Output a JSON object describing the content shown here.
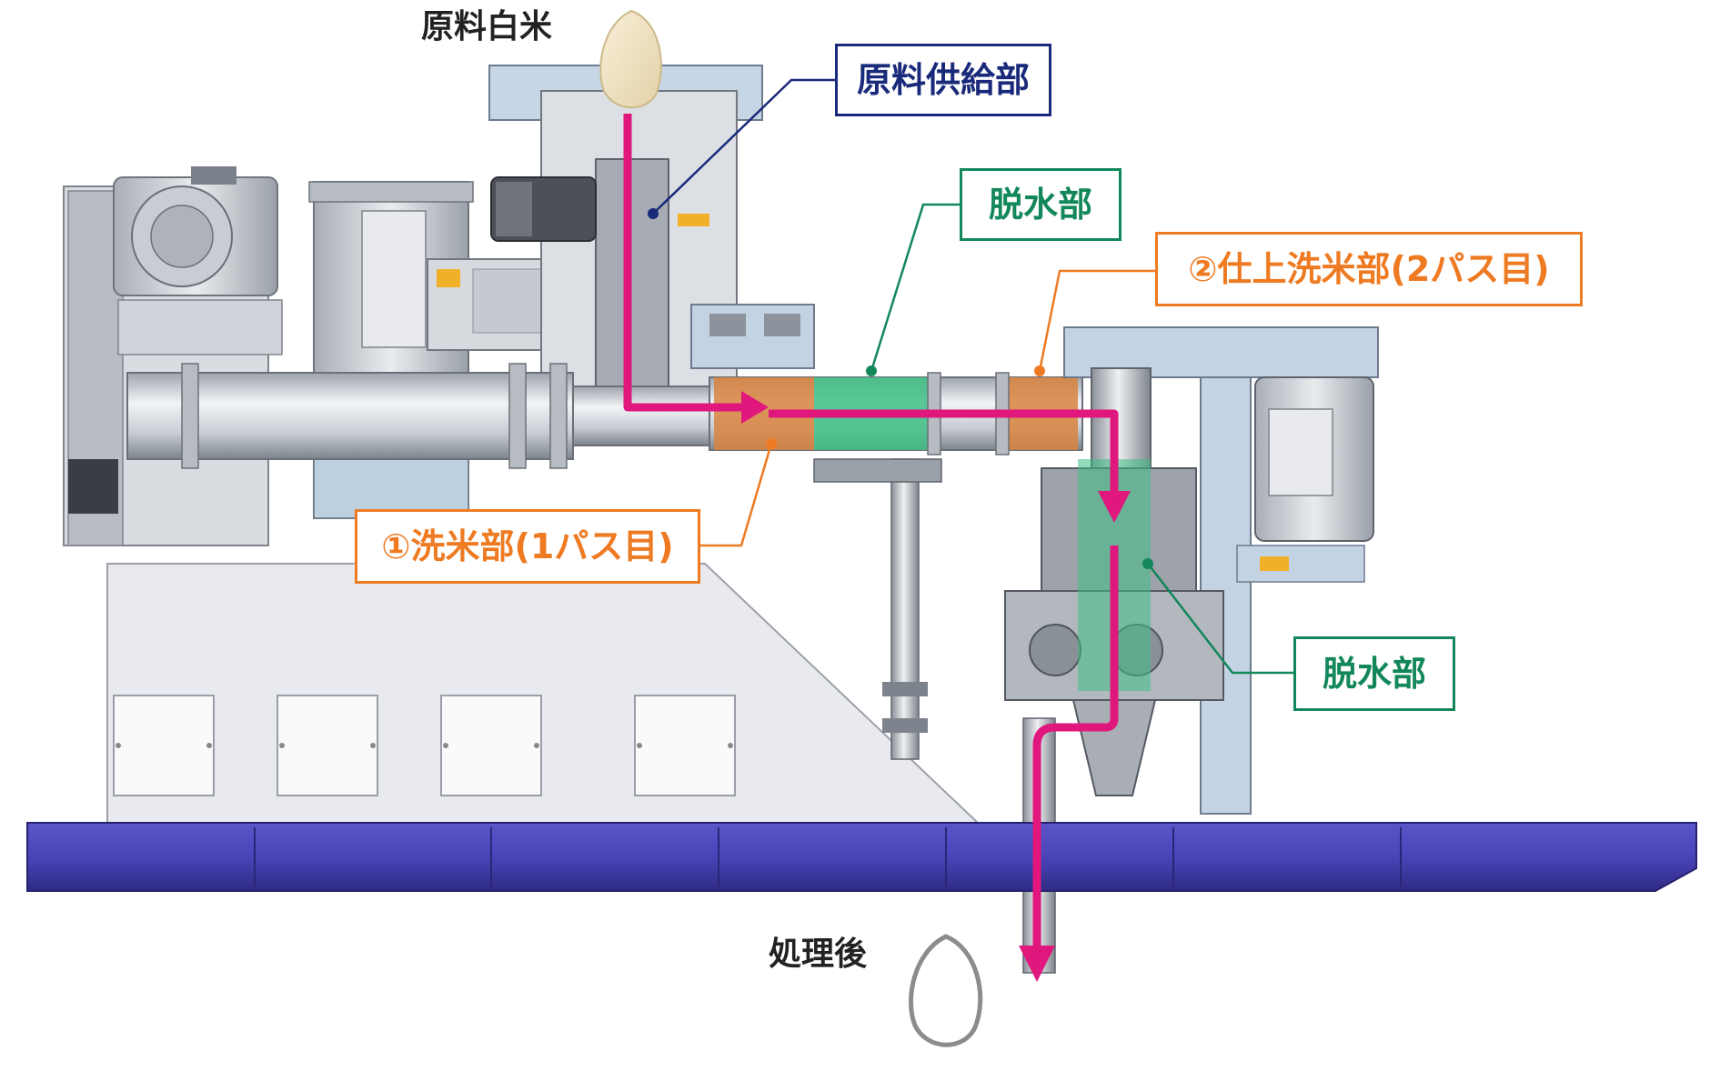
{
  "labels": {
    "raw_rice": "原料白米",
    "feed_section": "原料供給部",
    "dewater_top": "脱水部",
    "finish_wash": "②仕上洗米部(2パス目)",
    "wash_section": "①洗米部(1パス目)",
    "dewater_right": "脱水部",
    "after_processing": "処理後"
  },
  "colors": {
    "flow_arrow": "#e0177d",
    "navy_label": "#1a2a7a",
    "green_label": "#12875a",
    "orange_label": "#ee7a22",
    "base_rail": "#4a44b8",
    "wash_zone": "#d9843f",
    "dewater_zone": "#3fbf85"
  },
  "icons": [
    "rice-grain-icon",
    "washed-rice-grain-icon",
    "flow-arrow"
  ]
}
